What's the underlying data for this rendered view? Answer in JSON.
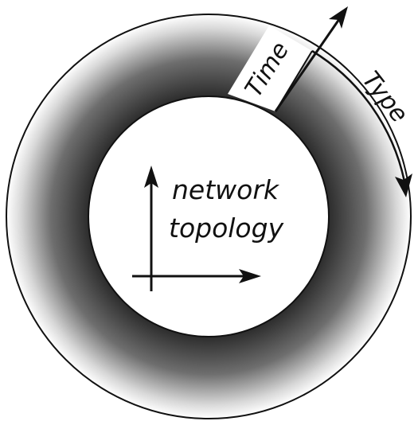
{
  "diagram": {
    "center_label_line1": "network",
    "center_label_line2": "topology",
    "time_label": "Time",
    "type_label": "Type"
  },
  "colors": {
    "ink": "#111111",
    "ring_dark": "#2b2b2b",
    "ring_light": "#ffffff",
    "background": "#ffffff"
  }
}
